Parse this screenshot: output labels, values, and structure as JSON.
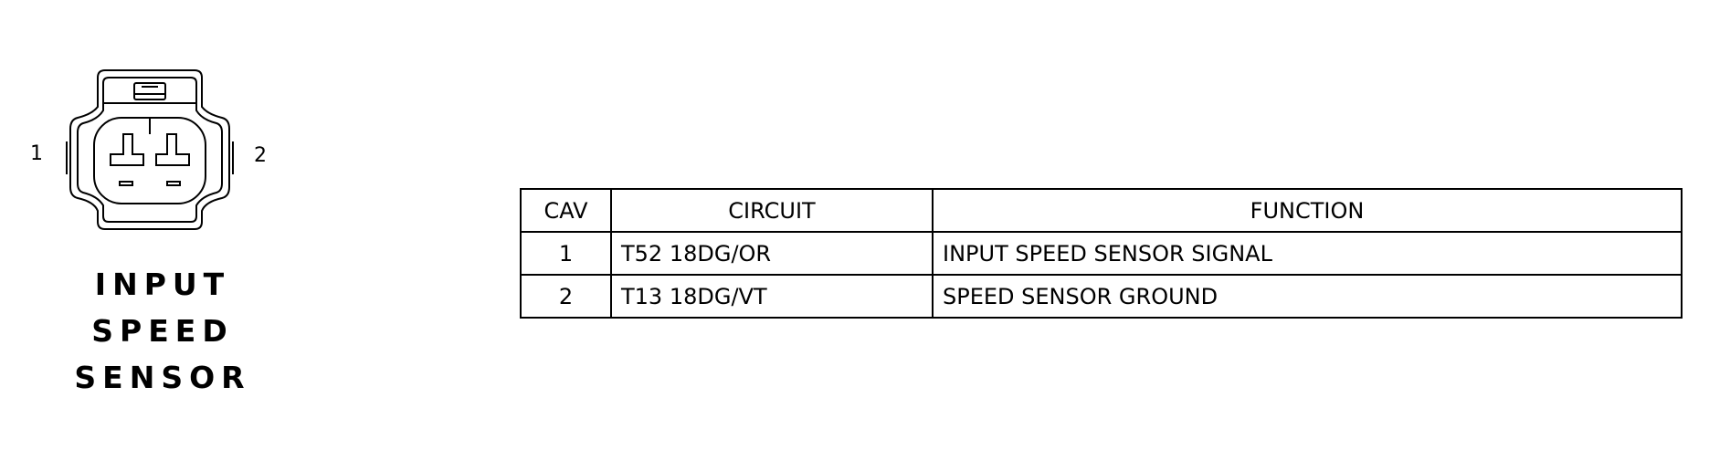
{
  "connector": {
    "pin_left_label": "1",
    "pin_right_label": "2",
    "title_lines": [
      "INPUT",
      "SPEED",
      "SENSOR"
    ]
  },
  "table": {
    "headers": [
      "CAV",
      "CIRCUIT",
      "FUNCTION"
    ],
    "rows": [
      {
        "cav": "1",
        "circuit": "T52 18DG/OR",
        "function": "INPUT SPEED SENSOR SIGNAL"
      },
      {
        "cav": "2",
        "circuit": "T13 18DG/VT",
        "function": "SPEED SENSOR GROUND"
      }
    ]
  }
}
